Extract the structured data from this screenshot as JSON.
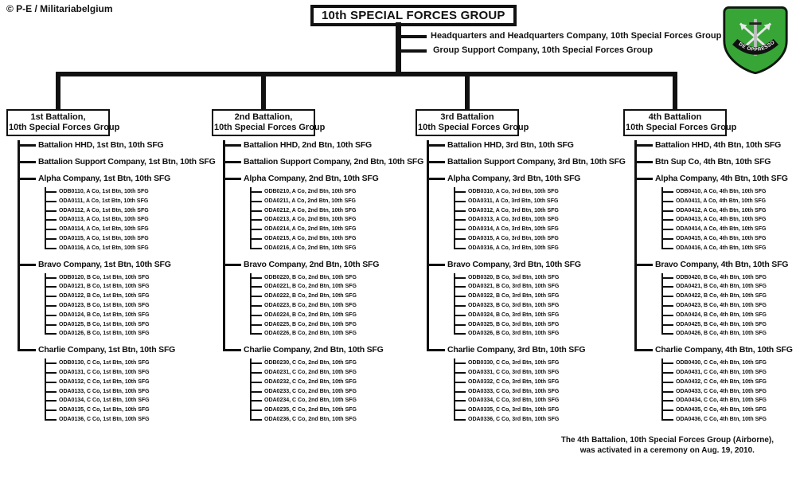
{
  "copyright": "© P-E / Militariabelgium",
  "title": "10th SPECIAL FORCES GROUP",
  "group_companies": [
    "Headquarters and Headquarters Company, 10th Special Forces Group",
    "Group Support Company, 10th Special Forces Group"
  ],
  "insignia": {
    "name": "10th-sfg-beret-flash",
    "motto": "DE OPPRESSO LIBER",
    "flash_color": "#37a637",
    "border_color": "#0c1a0c"
  },
  "note": {
    "line1": "The 4th Battalion, 10th Special Forces Group (Airborne),",
    "line2": "was activated in a ceremony on Aug. 19, 2010."
  },
  "battalions": [
    {
      "box_line1": "1st Battalion,",
      "box_line2": "10th Special Forces Group",
      "items": [
        {
          "label": "Battalion HHD, 1st Btn, 10th SFG"
        },
        {
          "label": "Battalion Support Company, 1st Btn, 10th SFG"
        },
        {
          "label": "Alpha Company, 1st Btn, 10th SFG",
          "children": [
            "ODB0110, A Co, 1st Btn, 10th SFG",
            "ODA0111, A Co, 1st Btn, 10th SFG",
            "ODA0112, A Co, 1st Btn, 10th SFG",
            "ODA0113, A Co, 1st Btn, 10th SFG",
            "ODA0114, A Co, 1st Btn, 10th SFG",
            "ODA0115, A Co, 1st Btn, 10th SFG",
            "ODA0116, A Co, 1st Btn, 10th SFG"
          ]
        },
        {
          "label": "Bravo Company, 1st Btn, 10th SFG",
          "children": [
            "ODB0120, B Co, 1st Btn, 10th SFG",
            "ODA0121, B Co, 1st Btn, 10th SFG",
            "ODA0122, B Co, 1st Btn, 10th SFG",
            "ODA0123, B Co, 1st Btn, 10th SFG",
            "ODA0124, B Co, 1st Btn, 10th SFG",
            "ODA0125, B Co, 1st Btn, 10th SFG",
            "ODA0126, B Co, 1st Btn, 10th SFG"
          ]
        },
        {
          "label": "Charlie Company, 1st Btn, 10th SFG",
          "children": [
            "ODB0130, C Co, 1st Btn, 10th SFG",
            "ODA0131, C Co, 1st Btn, 10th SFG",
            "ODA0132, C Co, 1st Btn, 10th SFG",
            "ODA0133, C Co, 1st Btn, 10th SFG",
            "ODA0134, C Co, 1st Btn, 10th SFG",
            "ODA0135, C Co, 1st Btn, 10th SFG",
            "ODA0136, C Co, 1st Btn, 10th SFG"
          ]
        }
      ]
    },
    {
      "box_line1": "2nd Battalion,",
      "box_line2": "10th Special Forces Group",
      "items": [
        {
          "label": "Battalion HHD, 2nd Btn, 10th SFG"
        },
        {
          "label": "Battalion Support Company, 2nd Btn, 10th SFG"
        },
        {
          "label": "Alpha Company, 2nd Btn, 10th SFG",
          "children": [
            "ODB0210, A Co, 2nd Btn, 10th SFG",
            "ODA0211, A Co, 2nd Btn, 10th SFG",
            "ODA0212, A Co, 2nd Btn, 10th SFG",
            "ODA0213, A Co, 2nd Btn, 10th SFG",
            "ODA0214, A Co, 2nd Btn, 10th SFG",
            "ODA0215, A Co, 2nd Btn, 10th SFG",
            "ODA0216, A Co, 2nd Btn, 10th SFG"
          ]
        },
        {
          "label": "Bravo Company, 2nd Btn, 10th SFG",
          "children": [
            "ODB0220, B Co, 2nd Btn, 10th SFG",
            "ODA0221, B Co, 2nd Btn, 10th SFG",
            "ODA0222, B Co, 2nd Btn, 10th SFG",
            "ODA0223, B Co, 2nd Btn, 10th SFG",
            "ODA0224, B Co, 2nd Btn, 10th SFG",
            "ODA0225, B Co, 2nd Btn, 10th SFG",
            "ODA0226, B Co, 2nd Btn, 10th SFG"
          ]
        },
        {
          "label": "Charlie Company, 2nd Btn, 10th SFG",
          "children": [
            "ODB0230, C Co, 2nd Btn, 10th SFG",
            "ODA0231, C Co, 2nd Btn, 10th SFG",
            "ODA0232, C Co, 2nd Btn, 10th SFG",
            "ODA0233, C Co, 2nd Btn, 10th SFG",
            "ODA0234, C Co, 2nd Btn, 10th SFG",
            "ODA0235, C Co, 2nd Btn, 10th SFG",
            "ODA0236, C Co, 2nd Btn, 10th SFG"
          ]
        }
      ]
    },
    {
      "box_line1": "3rd Battalion",
      "box_line2": "10th Special Forces Group",
      "items": [
        {
          "label": "Battalion HHD, 3rd Btn, 10th SFG"
        },
        {
          "label": "Battalion Support Company, 3rd Btn, 10th SFG"
        },
        {
          "label": "Alpha Company, 3rd Btn, 10th SFG",
          "children": [
            "ODB0310, A Co, 3rd Btn, 10th SFG",
            "ODA0311, A Co, 3rd Btn, 10th SFG",
            "ODA0312, A Co, 3rd Btn, 10th SFG",
            "ODA0313, A Co, 3rd Btn, 10th SFG",
            "ODA0314, A Co, 3rd Btn, 10th SFG",
            "ODA0315, A Co, 3rd Btn, 10th SFG",
            "ODA0316, A Co, 3rd Btn, 10th SFG"
          ]
        },
        {
          "label": "Bravo Company, 3rd Btn, 10th SFG",
          "children": [
            "ODB0320, B Co, 3rd Btn, 10th SFG",
            "ODA0321, B Co, 3rd Btn, 10th SFG",
            "ODA0322, B Co, 3rd Btn, 10th SFG",
            "ODA0323, B Co, 3rd Btn, 10th SFG",
            "ODA0324, B Co, 3rd Btn, 10th SFG",
            "ODA0325, B Co, 3rd Btn, 10th SFG",
            "ODA0326, B Co, 3rd Btn, 10th SFG"
          ]
        },
        {
          "label": "Charlie Company, 3rd Btn, 10th SFG",
          "children": [
            "ODB0330, C Co, 3rd Btn, 10th SFG",
            "ODA0331, C Co, 3rd Btn, 10th SFG",
            "ODA0332, C Co, 3rd Btn, 10th SFG",
            "ODA0333, C Co, 3rd Btn, 10th SFG",
            "ODA0334, C Co, 3rd Btn, 10th SFG",
            "ODA0335, C Co, 3rd Btn, 10th SFG",
            "ODA0336, C Co, 3rd Btn, 10th SFG"
          ]
        }
      ]
    },
    {
      "box_line1": "4th Battalion",
      "box_line2": "10th Special Forces Group",
      "items": [
        {
          "label": "Battalion HHD, 4th Btn, 10th SFG"
        },
        {
          "label": "Btn Sup Co, 4th Btn, 10th SFG"
        },
        {
          "label": "Alpha Company, 4th Btn, 10th SFG",
          "children": [
            "ODB0410, A Co, 4th Btn, 10th SFG",
            "ODA0411, A Co, 4th Btn, 10th SFG",
            "ODA0412, A Co, 4th Btn, 10th SFG",
            "ODA0413, A Co, 4th Btn, 10th SFG",
            "ODA0414, A Co, 4th Btn, 10th SFG",
            "ODA0415, A Co, 4th Btn, 10th SFG",
            "ODA0416, A Co, 4th Btn, 10th SFG"
          ]
        },
        {
          "label": "Bravo Company, 4th Btn, 10th SFG",
          "children": [
            "ODB0420, B Co, 4th Btn, 10th SFG",
            "ODA0421, B Co, 4th Btn, 10th SFG",
            "ODA0422, B Co, 4th Btn, 10th SFG",
            "ODA0423, B Co, 4th Btn, 10th SFG",
            "ODA0424, B Co, 4th Btn, 10th SFG",
            "ODA0425, B Co, 4th Btn, 10th SFG",
            "ODA0426, B Co, 4th Btn, 10th SFG"
          ]
        },
        {
          "label": "Charlie Company, 4th Btn, 10th SFG",
          "children": [
            "ODB0430, C Co, 4th Btn, 10th SFG",
            "ODA0431, C Co, 4th Btn, 10th SFG",
            "ODA0432, C Co, 4th Btn, 10th SFG",
            "ODA0433, C Co, 4th Btn, 10th SFG",
            "ODA0434, C Co, 4th Btn, 10th SFG",
            "ODA0435, C Co, 4th Btn, 10th SFG",
            "ODA0436, C Co, 4th Btn, 10th SFG"
          ]
        }
      ]
    }
  ],
  "layout": {
    "column_lefts": [
      8,
      266,
      522,
      783
    ],
    "drop_lefts": [
      70,
      328,
      584,
      845
    ]
  }
}
